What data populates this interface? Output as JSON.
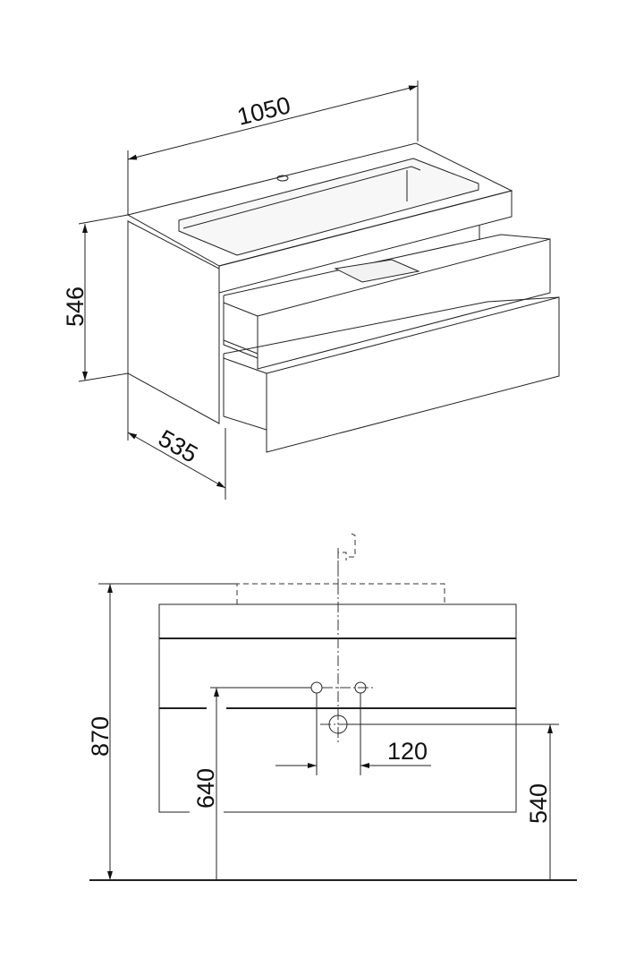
{
  "isometric_view": {
    "width_label": "1050",
    "height_label": "546",
    "depth_label": "535"
  },
  "front_view": {
    "total_height_label": "870",
    "tap_height_label": "640",
    "tap_spacing_label": "120",
    "drain_height_label": "540"
  },
  "colors": {
    "line": "#222222",
    "panel": "#d9d9d9"
  }
}
